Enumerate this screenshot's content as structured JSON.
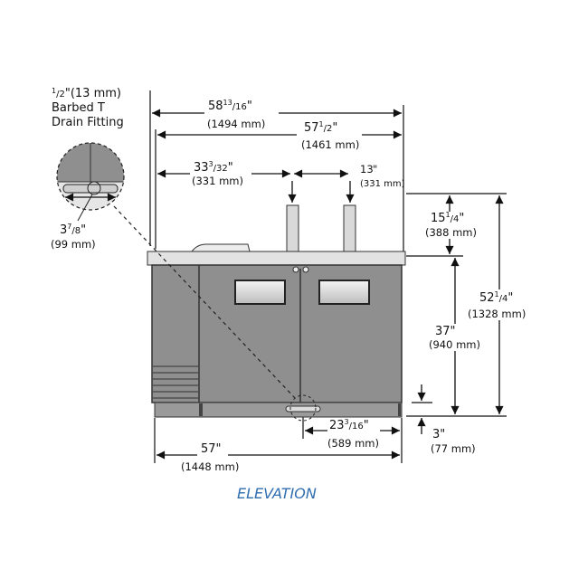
{
  "title": "ELEVATION",
  "drain_fitting": {
    "size_num": "1",
    "size_den": "2",
    "size_unit": "\"(13 mm)",
    "line2": "Barbed T",
    "line3": "Drain Fitting",
    "width_whole": "3",
    "width_num": "7",
    "width_den": "8",
    "width_unit": "\"",
    "width_mm": "(99 mm)"
  },
  "dimensions": {
    "overall_width": {
      "whole": "58",
      "num": "13",
      "den": "16",
      "unit": "\"",
      "mm": "(1494 mm)"
    },
    "top_width": {
      "whole": "57",
      "num": "1",
      "den": "2",
      "unit": "\"",
      "mm": "(1461 mm)"
    },
    "tap_offset": {
      "whole": "33",
      "num": "3",
      "den": "32",
      "unit": "\"",
      "mm": "(331 mm)"
    },
    "tap_spacing": {
      "whole": "13",
      "unit": "\"",
      "mm": "(331 mm)"
    },
    "tower_height": {
      "whole": "15",
      "num": "1",
      "den": "4",
      "unit": "\"",
      "mm": "(388 mm)"
    },
    "counter_height": {
      "whole": "37",
      "unit": "\"",
      "mm": "(940 mm)"
    },
    "overall_height": {
      "whole": "52",
      "num": "1",
      "den": "4",
      "unit": "\"",
      "mm": "(1328 mm)"
    },
    "base_height": {
      "whole": "3",
      "unit": "\"",
      "mm": "(77 mm)"
    },
    "drain_offset": {
      "whole": "23",
      "num": "3",
      "den": "16",
      "unit": "\"",
      "mm": "(589 mm)"
    },
    "cabinet_width": {
      "whole": "57",
      "unit": "\"",
      "mm": "(1448 mm)"
    }
  }
}
